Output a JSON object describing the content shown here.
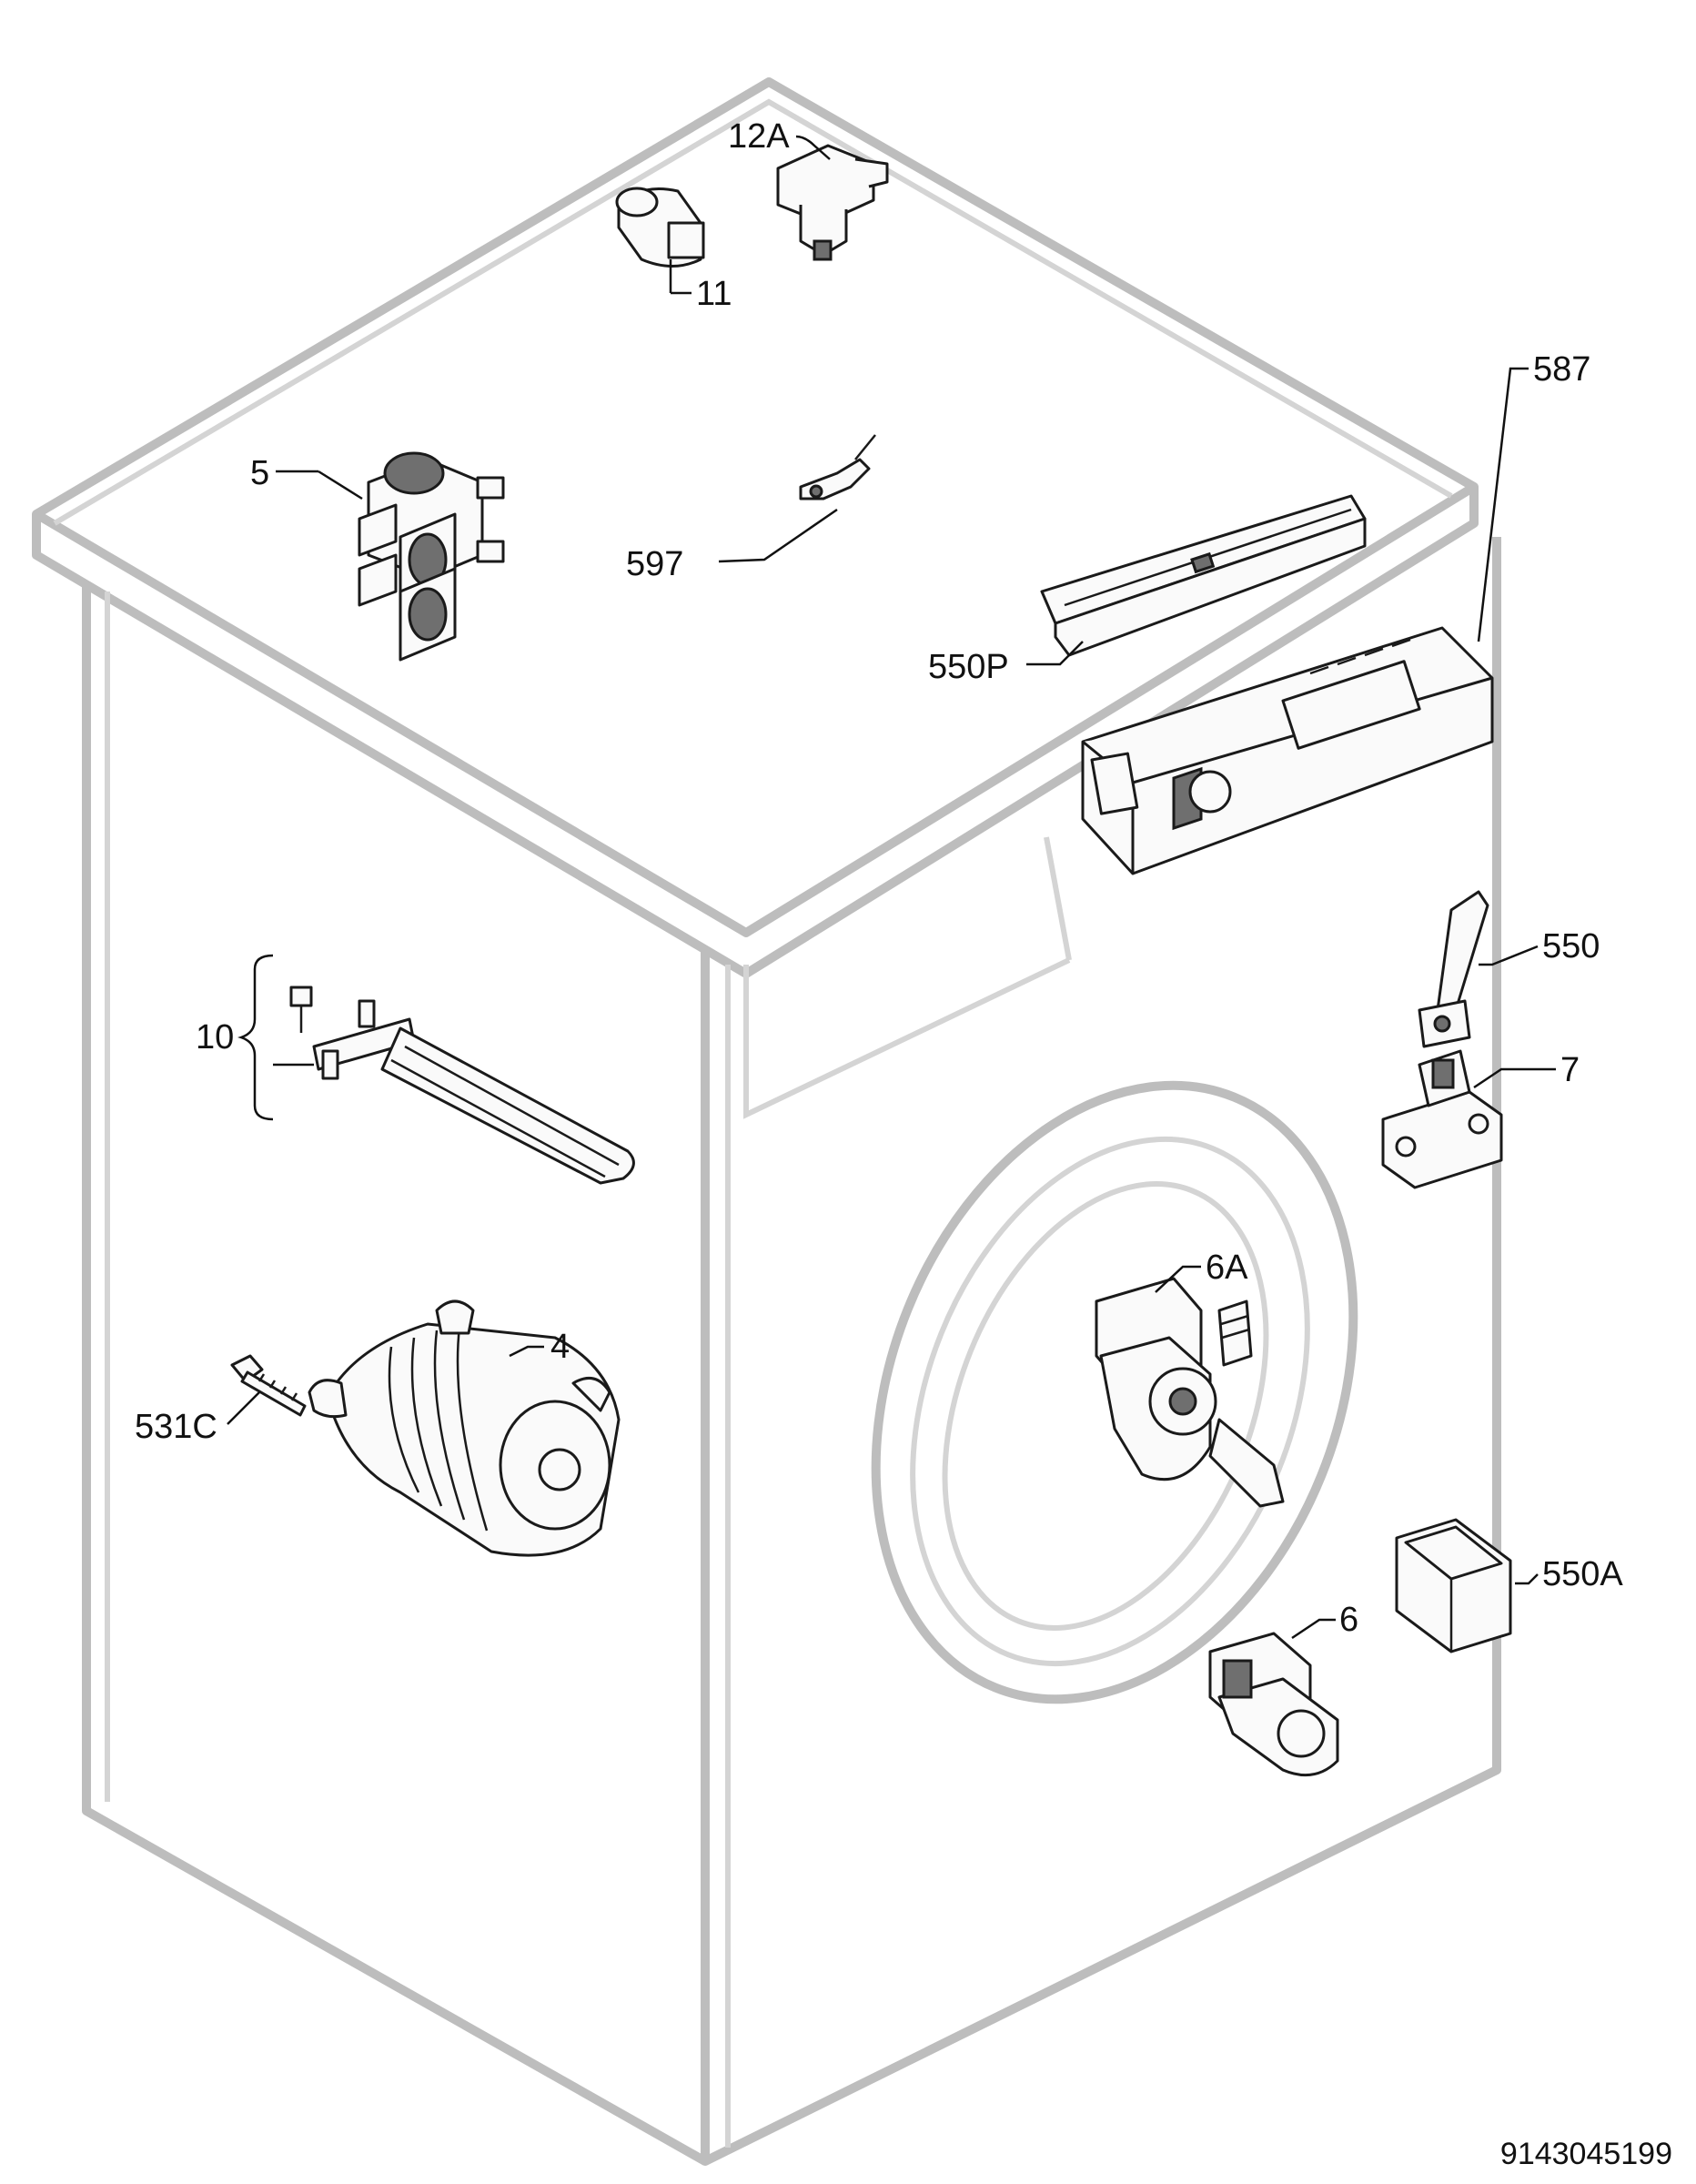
{
  "doc_id": "9143045199",
  "callouts": {
    "c12a": "12A",
    "c11": "11",
    "c5": "5",
    "c597": "597",
    "c587": "587",
    "c550p": "550P",
    "c550": "550",
    "c7": "7",
    "c10": "10",
    "c4": "4",
    "c531c": "531C",
    "c6a": "6A",
    "c550a": "550A",
    "c6": "6"
  }
}
